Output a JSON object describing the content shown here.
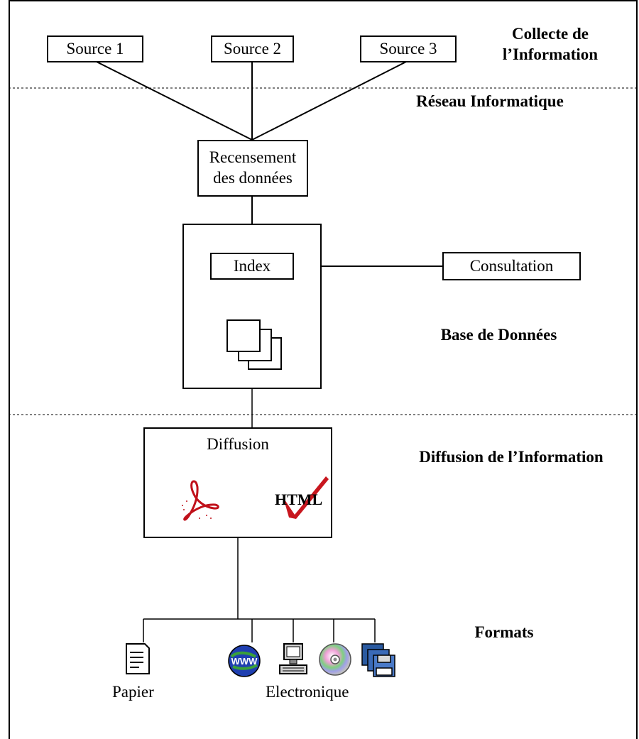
{
  "sources": [
    "Source 1",
    "Source 2",
    "Source 3"
  ],
  "recensement": "Recensement des données",
  "index": "Index",
  "consultation": "Consultation",
  "diffusion": "Diffusion",
  "html_logo_text": "HTML",
  "sections": {
    "collecte_line1": "Collecte de",
    "collecte_line2": "l’Information",
    "reseau": "Réseau Informatique",
    "base": "Base de Données",
    "diffusion_info": "Diffusion de l’Information",
    "formats": "Formats"
  },
  "outputs": {
    "papier": "Papier",
    "electronique": "Electronique"
  },
  "icons": [
    "document-icon",
    "www-globe-icon",
    "computer-icon",
    "cd-rom-icon",
    "floppy-disks-icon",
    "acrobat-pdf-icon",
    "html-check-icon",
    "database-pages-icon"
  ]
}
